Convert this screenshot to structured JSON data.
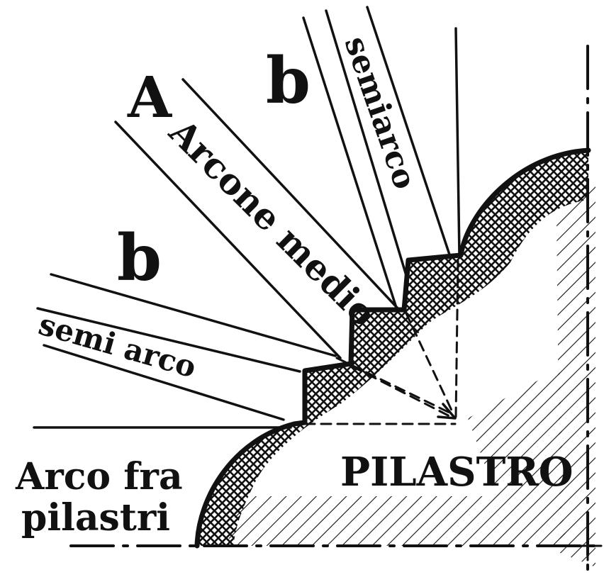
{
  "labels": {
    "point": "A",
    "b_upper": "b",
    "b_lower": "b",
    "semiarco_upper": "semiarco",
    "arcone_medio": "Arcone medio",
    "semiarco_lower": "semi arco",
    "arco_fra_line1": "Arco fra",
    "arco_fra_line2": "pilastri",
    "pilastro": "PILASTRO"
  },
  "colors": {
    "ink": "#111111",
    "paper": "#ffffff"
  }
}
